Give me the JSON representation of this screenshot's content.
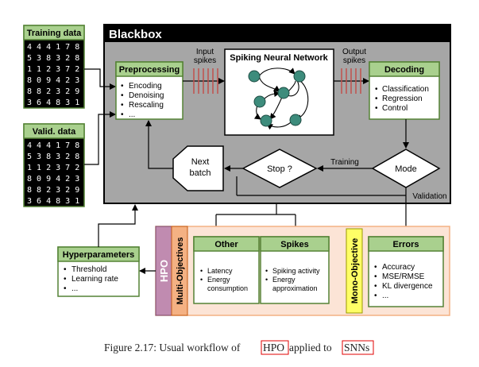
{
  "inputs": {
    "training": {
      "title": "Training data",
      "rows": [
        "4 4 4 1 7 8",
        "5 3 8 3 2 8",
        "1 1 2 3 7 2",
        "8 0 9 4 2 3",
        "8 8 2 3 2 9",
        "3 6 4 8 3 1"
      ]
    },
    "validation": {
      "title": "Valid. data",
      "rows": [
        "4 4 4 1 7 8",
        "5 3 8 3 2 8",
        "1 1 2 3 7 2",
        "8 0 9 4 2 3",
        "8 8 2 3 2 9",
        "3 6 4 8 3 1"
      ]
    }
  },
  "blackbox": {
    "title": "Blackbox",
    "preprocessing": {
      "title": "Preprocessing",
      "items": [
        "Encoding",
        "Denoising",
        "Rescaling",
        "..."
      ]
    },
    "input_spikes_label": [
      "Input",
      "spikes"
    ],
    "snn": {
      "title": "Spiking Neural Network"
    },
    "output_spikes_label": [
      "Output",
      "spikes"
    ],
    "decoding": {
      "title": "Decoding",
      "items": [
        "Classification",
        "Regression",
        "Control"
      ]
    },
    "mode": "Mode",
    "stop": "Stop ?",
    "next_batch": [
      "Next",
      "batch"
    ],
    "training_label": "Training",
    "validation_label": "Validation"
  },
  "hyperparameters": {
    "title": "Hyperparameters",
    "items": [
      "Threshold",
      "Learning rate",
      "..."
    ]
  },
  "objectives": {
    "hpo_label": "HPO",
    "multi_label": "Multi-Objectives",
    "mono_label": "Mono-Objective",
    "other": {
      "title": "Other",
      "items": [
        "Latency",
        "Energy",
        "consumption"
      ]
    },
    "spikes": {
      "title": "Spikes",
      "items": [
        "Spiking activity",
        "Energy",
        "approximation"
      ]
    },
    "errors": {
      "title": "Errors",
      "items": [
        "Accuracy",
        "MSE/RMSE",
        "KL divergence",
        "..."
      ]
    }
  },
  "caption": {
    "prefix": "Figure 2.17: Usual workflow of ",
    "hpo": "HPO",
    "middle": " applied to ",
    "snns": "SNNs"
  },
  "colors": {
    "blackbox_fill": "#a6a6a6",
    "green_header": "#a9d08e",
    "green_border": "#548235",
    "hpo_purple": "#c08bb0",
    "multi_orange": "#f4b183",
    "objectives_bg": "#fce4d6",
    "mono_yellow": "#ffff66",
    "spike_red": "#c0504d",
    "neuron_teal": "#3d8c7c"
  }
}
